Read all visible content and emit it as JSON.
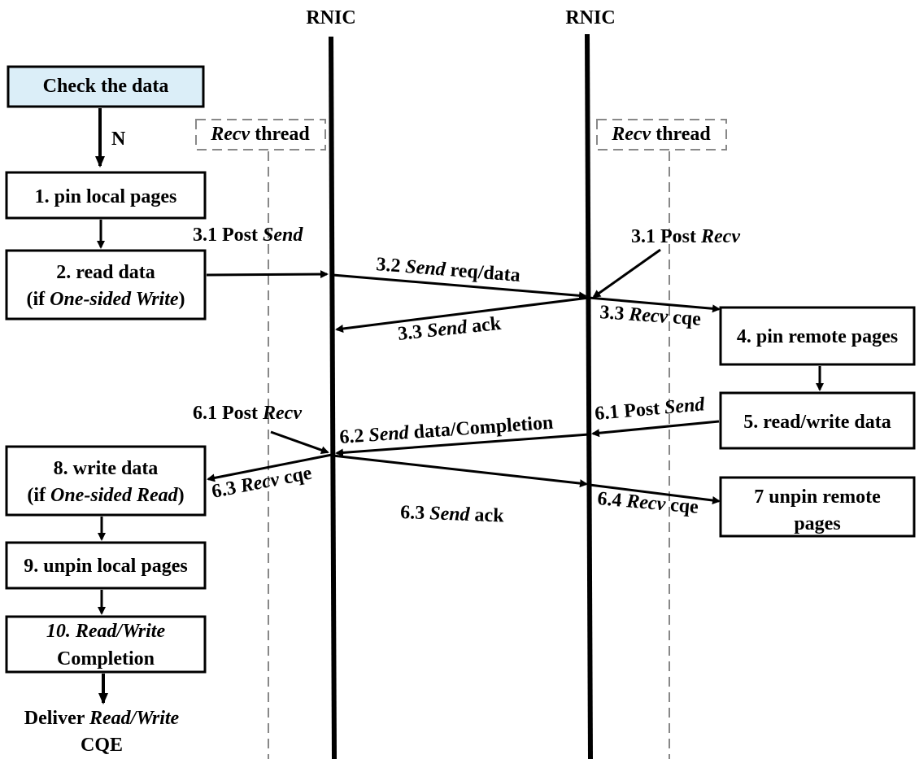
{
  "rnic": {
    "left_label": "RNIC",
    "right_label": "RNIC"
  },
  "recv_thread": {
    "left": {
      "italic": "Recv",
      "rest": " thread"
    },
    "right": {
      "italic": "Recv",
      "rest": " thread"
    }
  },
  "left_steps": {
    "check": "Check the data",
    "n_label": "N",
    "pin_local": "1. pin local pages",
    "read_data_line1": "2. read data",
    "read_data_line2_pre": "(if ",
    "read_data_line2_it": "One-sided Write",
    "read_data_line2_post": ")",
    "write_data_line1": "8. write data",
    "write_data_line2_pre": "(if ",
    "write_data_line2_it": "One-sided Read",
    "write_data_line2_post": ")",
    "unpin_local": "9. unpin local pages",
    "completion_line1_it": "10. Read/Write",
    "completion_line2": "Completion",
    "deliver_pre": "Deliver ",
    "deliver_it": "Read/Write",
    "deliver_line2": "CQE"
  },
  "right_steps": {
    "pin_remote": "4. pin remote pages",
    "read_write": "5. read/write data",
    "unpin_remote_line1": "7 unpin remote",
    "unpin_remote_line2": "pages"
  },
  "messages": {
    "post_send_31": {
      "pre": "3.1 Post ",
      "it": "Send"
    },
    "post_recv_31": {
      "pre": "3.1 Post ",
      "it": "Recv"
    },
    "send_32": {
      "pre": "3.2 ",
      "it": "Send",
      "post": " req/data"
    },
    "send_ack_33": {
      "pre": "3.3 ",
      "it": "Send",
      "post": " ack"
    },
    "recv_cqe_33": {
      "pre": "3.3 ",
      "it": "Recv",
      "post": " cqe"
    },
    "post_recv_61": {
      "pre": "6.1 Post ",
      "it": "Recv"
    },
    "post_send_61": {
      "pre": "6.1 Post ",
      "it": "Send"
    },
    "send_62": {
      "pre": "6.2 ",
      "it": "Send",
      "post": " data/Completion"
    },
    "recv_cqe_63": {
      "pre": "6.3 ",
      "it": "Recv",
      "post": " cqe"
    },
    "send_ack_63": {
      "pre": "6.3 ",
      "it": "Send",
      "post": " ack"
    },
    "recv_cqe_64": {
      "pre": "6.4 ",
      "it": "Recv",
      "post": " cqe"
    }
  },
  "colors": {
    "highlight_box": "#dbeef8",
    "dashed_line": "#888888"
  }
}
